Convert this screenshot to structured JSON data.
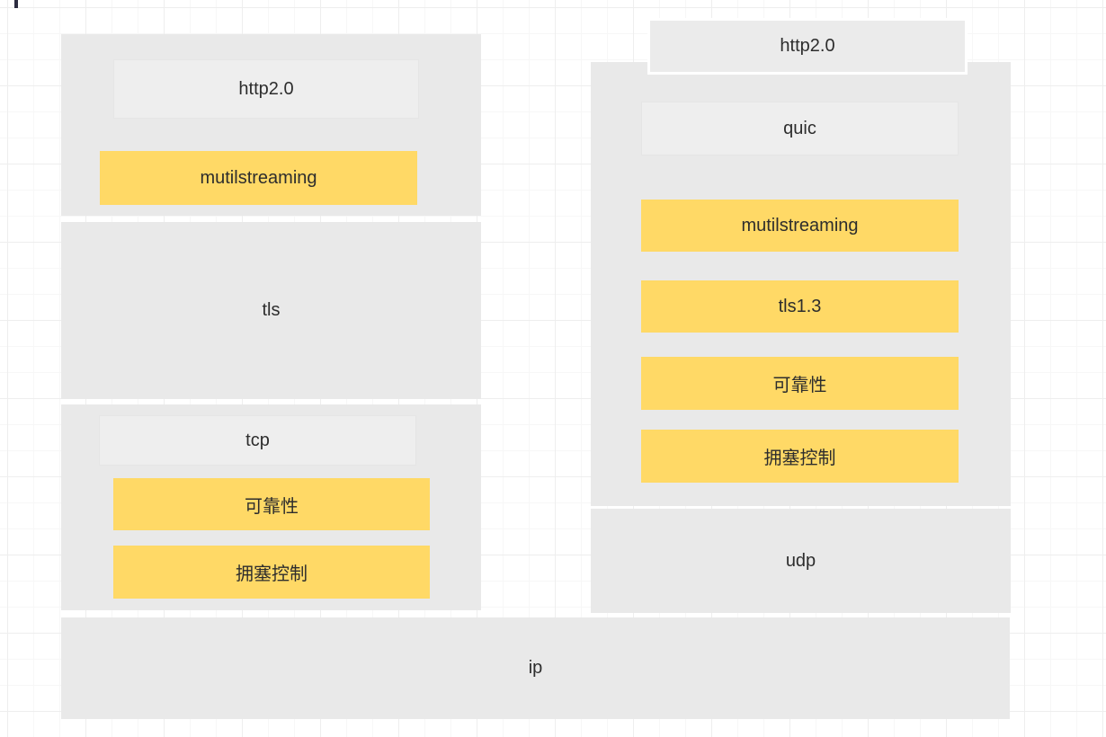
{
  "colors": {
    "background": "#ffffff",
    "grid_minor": "#f7f7f7",
    "grid_major": "#eeeeee",
    "layer_fill": "#e9e9e9",
    "overlay_fill": "#ebebeb",
    "highlight_fill": "#ffd966",
    "text": "#2d2d2d"
  },
  "stacks": {
    "left": {
      "http2": {
        "label": "http2.0",
        "feature": "mutilstreaming"
      },
      "tls": {
        "label": "tls"
      },
      "tcp": {
        "label": "tcp",
        "features": [
          "可靠性",
          "拥塞控制"
        ]
      }
    },
    "right": {
      "http2": {
        "label": "http2.0"
      },
      "quic": {
        "label": "quic",
        "features": [
          "mutilstreaming",
          "tls1.3",
          "可靠性",
          "拥塞控制"
        ]
      },
      "udp": {
        "label": "udp"
      }
    },
    "base": {
      "label": "ip"
    }
  }
}
